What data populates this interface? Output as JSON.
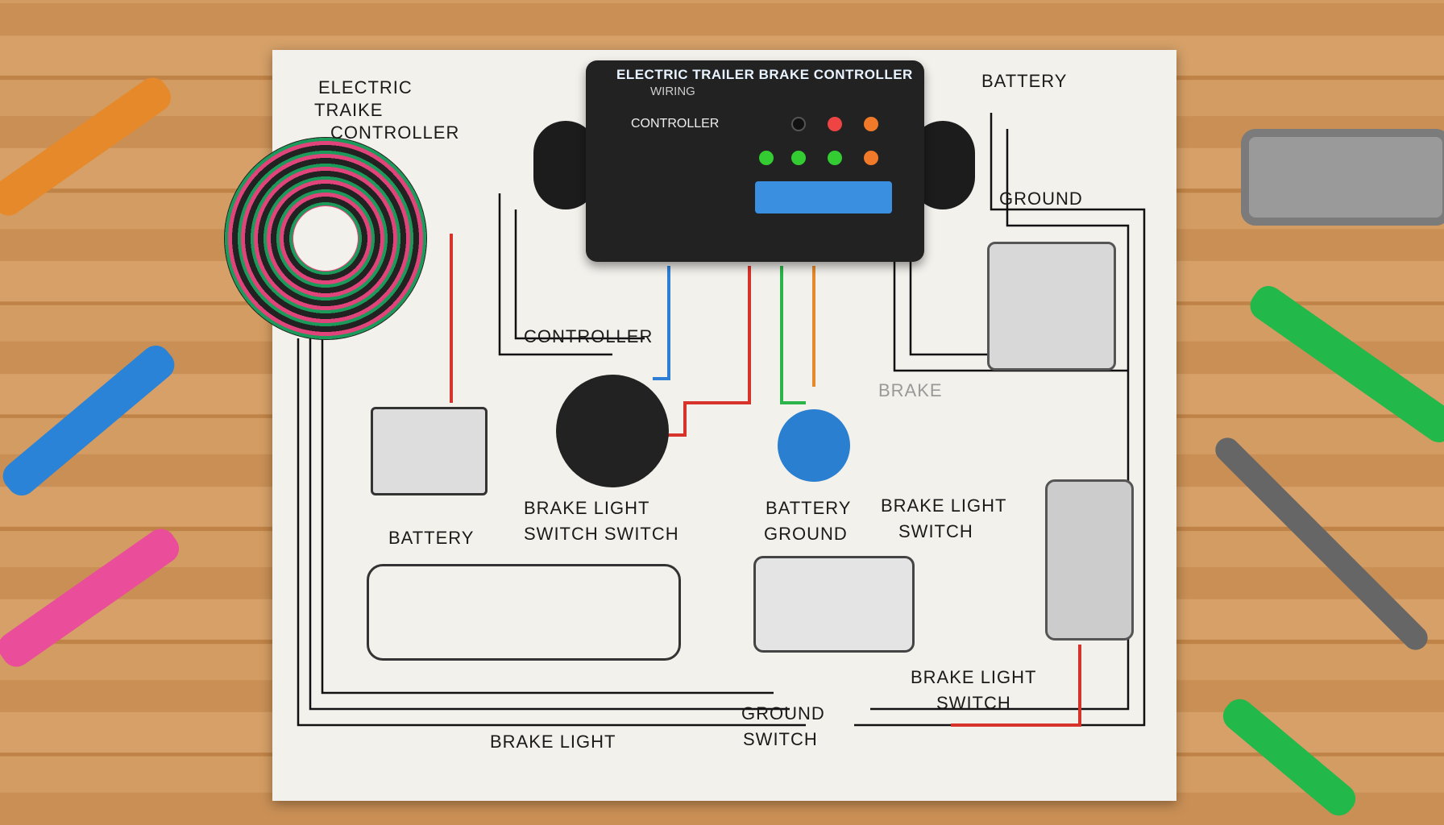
{
  "controller": {
    "title": "ELECTRIC TRAILER BRAKE CONTROLLER",
    "subtitle": "WIRING",
    "label": "CONTROLLER"
  },
  "labels": {
    "top_left": [
      "ELECTRIC",
      "TRAIKE",
      "CONTROLLER"
    ],
    "battery_top": "BATTERY",
    "ground_top": "GROUND",
    "controller_mid": "CONTROLLER",
    "brake_mid": "BRAKE",
    "battery_left": "BATTERY",
    "brake_light_switch_left": [
      "BRAKE  LIGHT",
      "SWITCH  SWITCH"
    ],
    "battery_ground": [
      "BATTERY",
      "GROUND"
    ],
    "brake_light_switch_right": [
      "BRAKE LIGHT",
      "SWITCH"
    ],
    "brake_light_switch_bottom": [
      "BRAKE LIGHT",
      "SWITCH"
    ],
    "ground_switch": [
      "GROUND",
      "SWITCH"
    ],
    "brake_light_bottom": "BRAKE  LIGHT"
  },
  "colors": {
    "wire_red": "#d8332b",
    "wire_green": "#2bb44a",
    "wire_blue": "#2d7fd6",
    "wire_pink": "#e0447a",
    "wood": "#c98f55"
  }
}
